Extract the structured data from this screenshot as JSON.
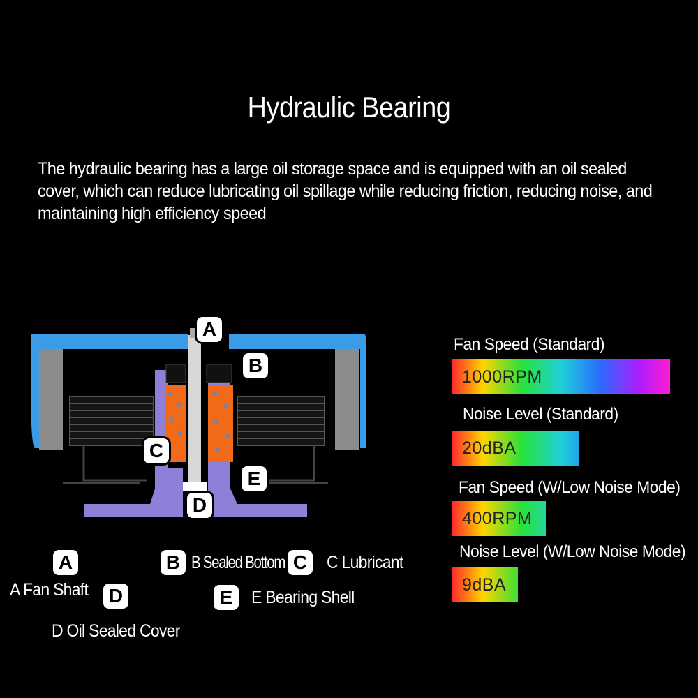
{
  "title": "Hydraulic Bearing",
  "description": "The hydraulic bearing has a large oil storage space and is equipped with an oil sealed cover, which can reduce lubricating oil spillage while reducing friction, reducing noise, and maintaining high efficiency speed",
  "callouts": {
    "a": "A",
    "b": "B",
    "c": "C",
    "d": "D",
    "e": "E"
  },
  "legend": {
    "a": {
      "badge": "A",
      "label": "A Fan Shaft"
    },
    "b": {
      "badge": "B",
      "label": "B Sealed Bottom"
    },
    "c": {
      "badge": "C",
      "label": "C Lubricant"
    },
    "d": {
      "badge": "D",
      "label": "D Oil Sealed Cover"
    },
    "e": {
      "badge": "E",
      "label": "E Bearing Shell"
    }
  },
  "specs": [
    {
      "title": "Fan Speed (Standard)",
      "value": "1000RPM",
      "fill": 1.0
    },
    {
      "title": "Noise Level (Standard)",
      "value": "20dBA",
      "fill": 0.58
    },
    {
      "title": "Fan Speed (W/Low Noise Mode)",
      "value": "400RPM",
      "fill": 0.43
    },
    {
      "title": "Noise Level (W/Low Noise Mode)",
      "value": "9dBA",
      "fill": 0.3
    }
  ],
  "colors": {
    "housing": "#3a9be6",
    "shell": "#8f7fd8",
    "lubricant": "#f06a1a",
    "coil": "#2a2a2a"
  }
}
